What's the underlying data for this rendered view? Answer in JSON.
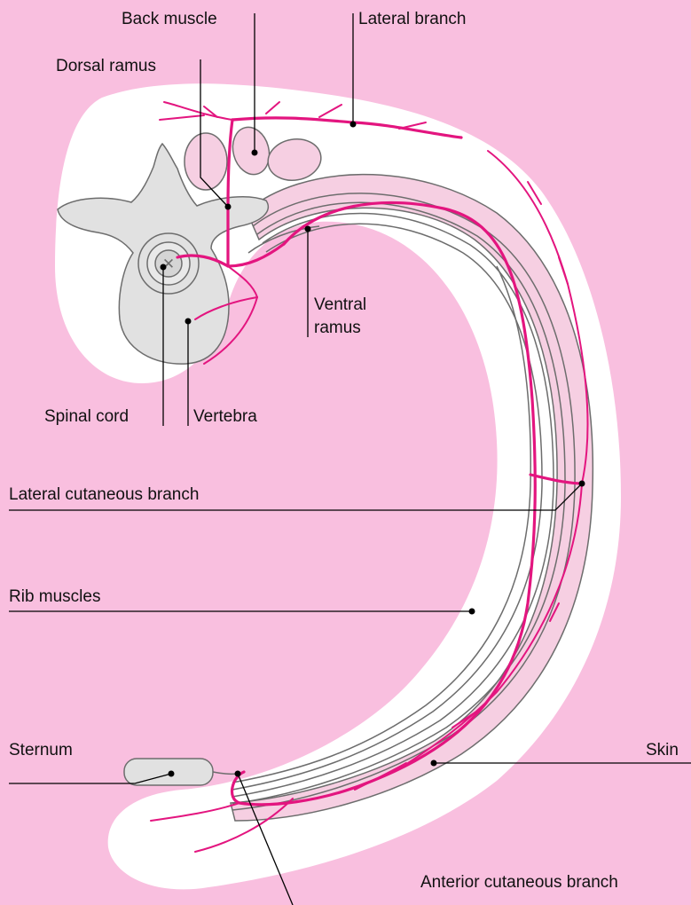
{
  "labels": {
    "back_muscle": "Back muscle",
    "lateral_branch": "Lateral branch",
    "dorsal_ramus": "Dorsal ramus",
    "ventral_ramus": "Ventral\nramus",
    "spinal_cord": "Spinal cord",
    "vertebra": "Vertebra",
    "lateral_cutaneous_branch": "Lateral cutaneous branch",
    "rib_muscles": "Rib muscles",
    "sternum": "Sternum",
    "skin": "Skin",
    "anterior_cutaneous_branch": "Anterior cutaneous branch"
  },
  "colors": {
    "background": "#f9bfdf",
    "body_fill": "#ffffff",
    "nerve": "#e3157f",
    "bone": "#e1e1e1",
    "muscle": "#f6cfe2",
    "outline": "#6d6d6d"
  }
}
